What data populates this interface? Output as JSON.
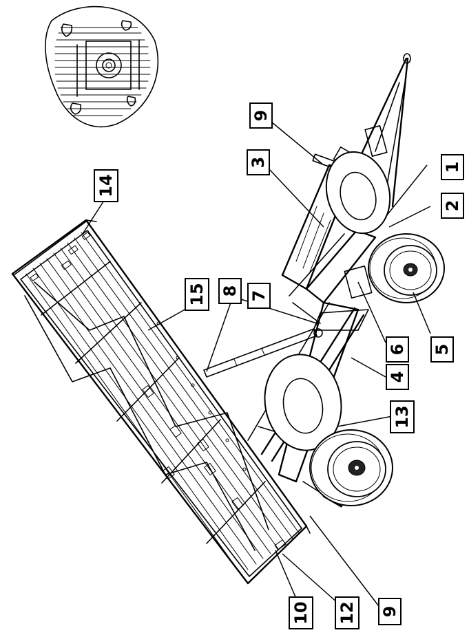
{
  "callouts": [
    {
      "id": "c1",
      "label": "1"
    },
    {
      "id": "c2",
      "label": "2"
    },
    {
      "id": "c3",
      "label": "3"
    },
    {
      "id": "c4",
      "label": "4"
    },
    {
      "id": "c5",
      "label": "5"
    },
    {
      "id": "c6",
      "label": "6"
    },
    {
      "id": "c7",
      "label": "7"
    },
    {
      "id": "c8",
      "label": "8"
    },
    {
      "id": "c9a",
      "label": "9"
    },
    {
      "id": "c9b",
      "label": "9"
    },
    {
      "id": "c10",
      "label": "10"
    },
    {
      "id": "c12",
      "label": "12"
    },
    {
      "id": "c13",
      "label": "13"
    },
    {
      "id": "c14",
      "label": "14"
    },
    {
      "id": "c15",
      "label": "15"
    }
  ],
  "colors": {
    "line": "#000000",
    "background": "#ffffff"
  }
}
